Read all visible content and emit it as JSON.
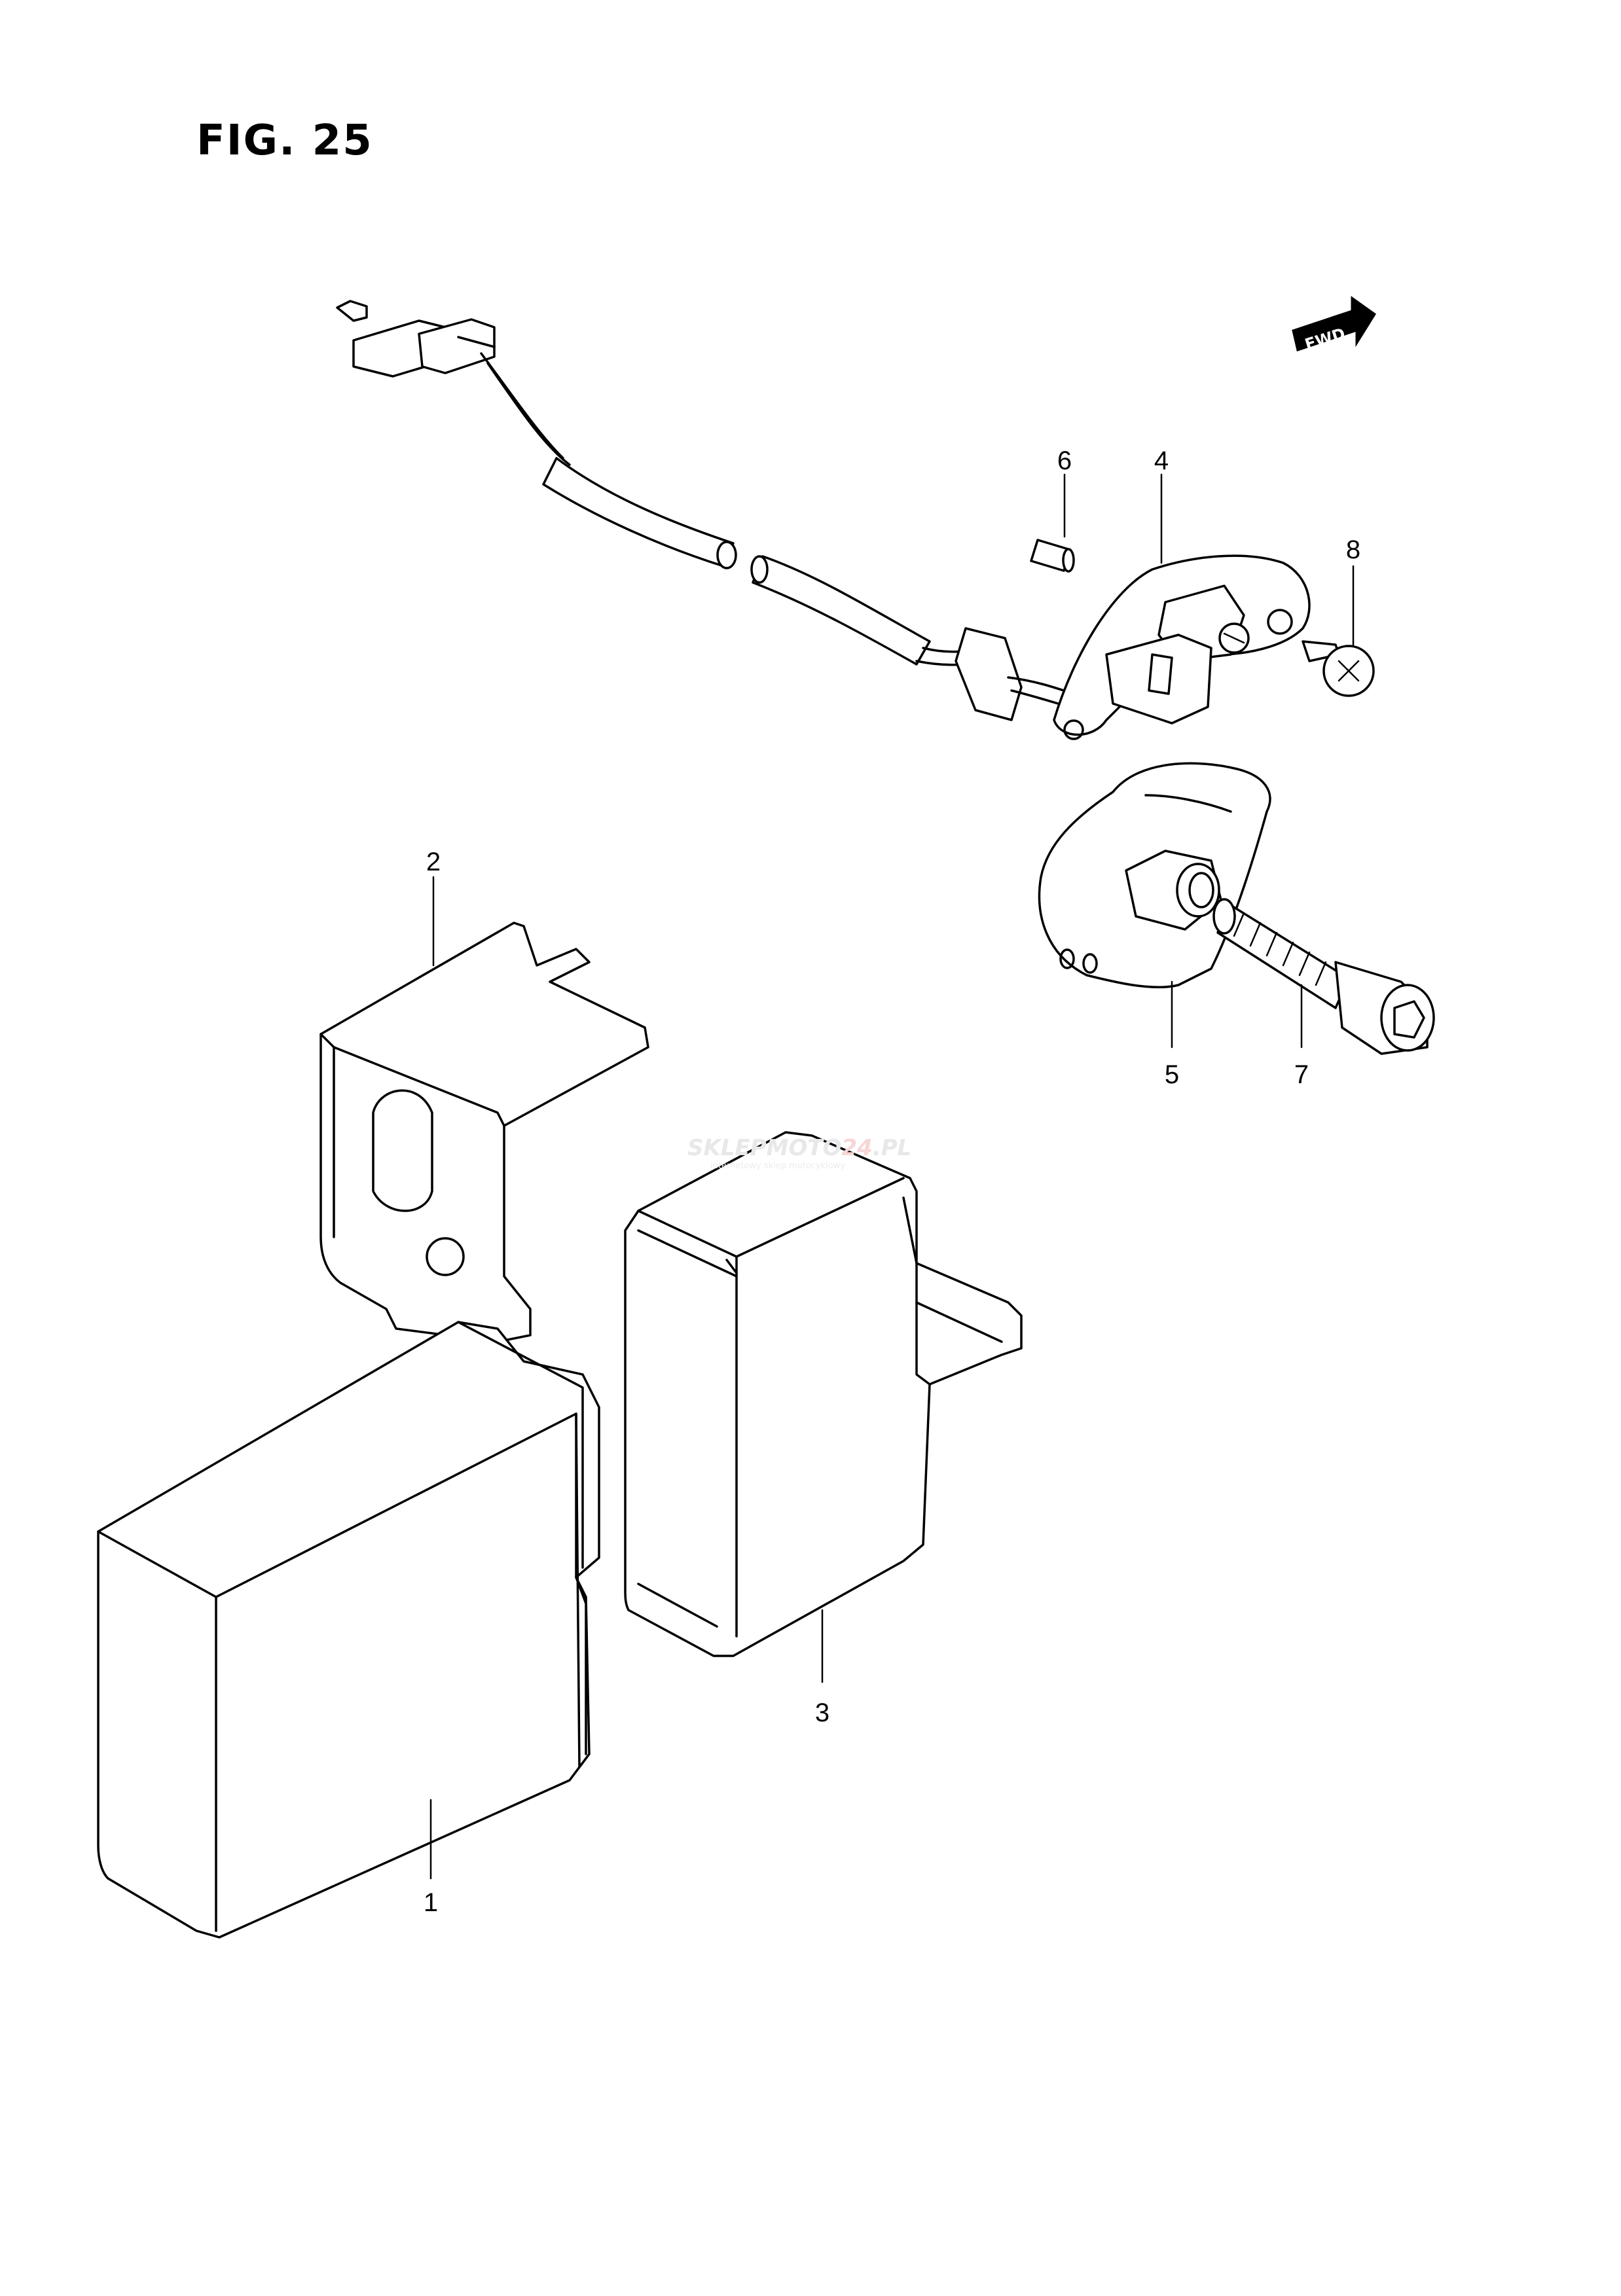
{
  "figure": {
    "title": "FIG. 25"
  },
  "direction_badge": {
    "label": "FWD",
    "icon": "fwd-arrow-icon"
  },
  "watermark": {
    "brand_start": "SKLEPMOTO",
    "brand_mid": "24",
    "brand_end": ".PL",
    "tagline": "internetowy sklep motocyklowy"
  },
  "callouts": [
    {
      "number": "1"
    },
    {
      "number": "2"
    },
    {
      "number": "3"
    },
    {
      "number": "4"
    },
    {
      "number": "5"
    },
    {
      "number": "6"
    },
    {
      "number": "7"
    },
    {
      "number": "8"
    }
  ]
}
